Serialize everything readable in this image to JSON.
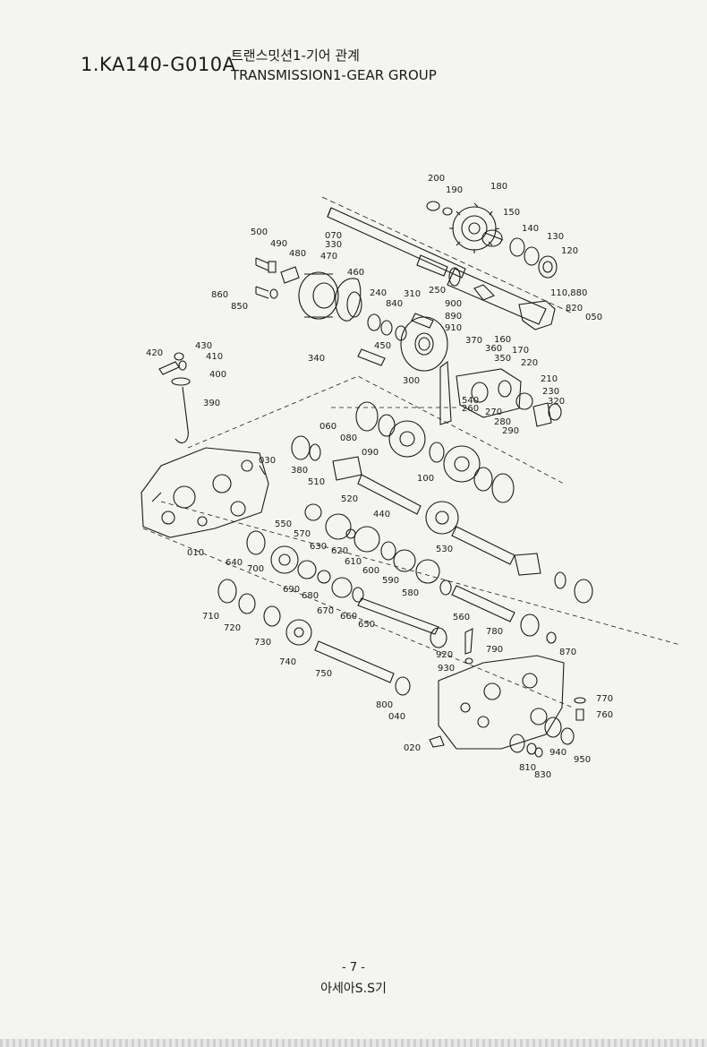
{
  "header": {
    "code": "1.KA140-G010A",
    "title_ko": "트랜스밋션1-기어 관계",
    "title_en": "TRANSMISSION1-GEAR GROUP"
  },
  "part_labels": [
    "200",
    "190",
    "180",
    "150",
    "140",
    "130",
    "120",
    "500",
    "490",
    "480",
    "470",
    "460",
    "070",
    "330",
    "860",
    "850",
    "240",
    "840",
    "310",
    "250",
    "110,880",
    "900",
    "890",
    "910",
    "820",
    "050",
    "160",
    "170",
    "420",
    "430",
    "410",
    "400",
    "390",
    "450",
    "340",
    "300",
    "370",
    "360",
    "350",
    "220",
    "210",
    "230",
    "320",
    "540",
    "260",
    "270",
    "280",
    "290",
    "060",
    "080",
    "090",
    "100",
    "030",
    "380",
    "510",
    "520",
    "440",
    "550",
    "570",
    "630",
    "620",
    "610",
    "600",
    "590",
    "580",
    "530",
    "010",
    "640",
    "700",
    "690",
    "680",
    "670",
    "660",
    "650",
    "560",
    "710",
    "720",
    "730",
    "740",
    "750",
    "780",
    "790",
    "920",
    "930",
    "870",
    "800",
    "040",
    "020",
    "770",
    "760",
    "940",
    "950",
    "810",
    "830"
  ],
  "footer": {
    "page_number": "- 7 -",
    "publisher": "아세아S.S기"
  }
}
